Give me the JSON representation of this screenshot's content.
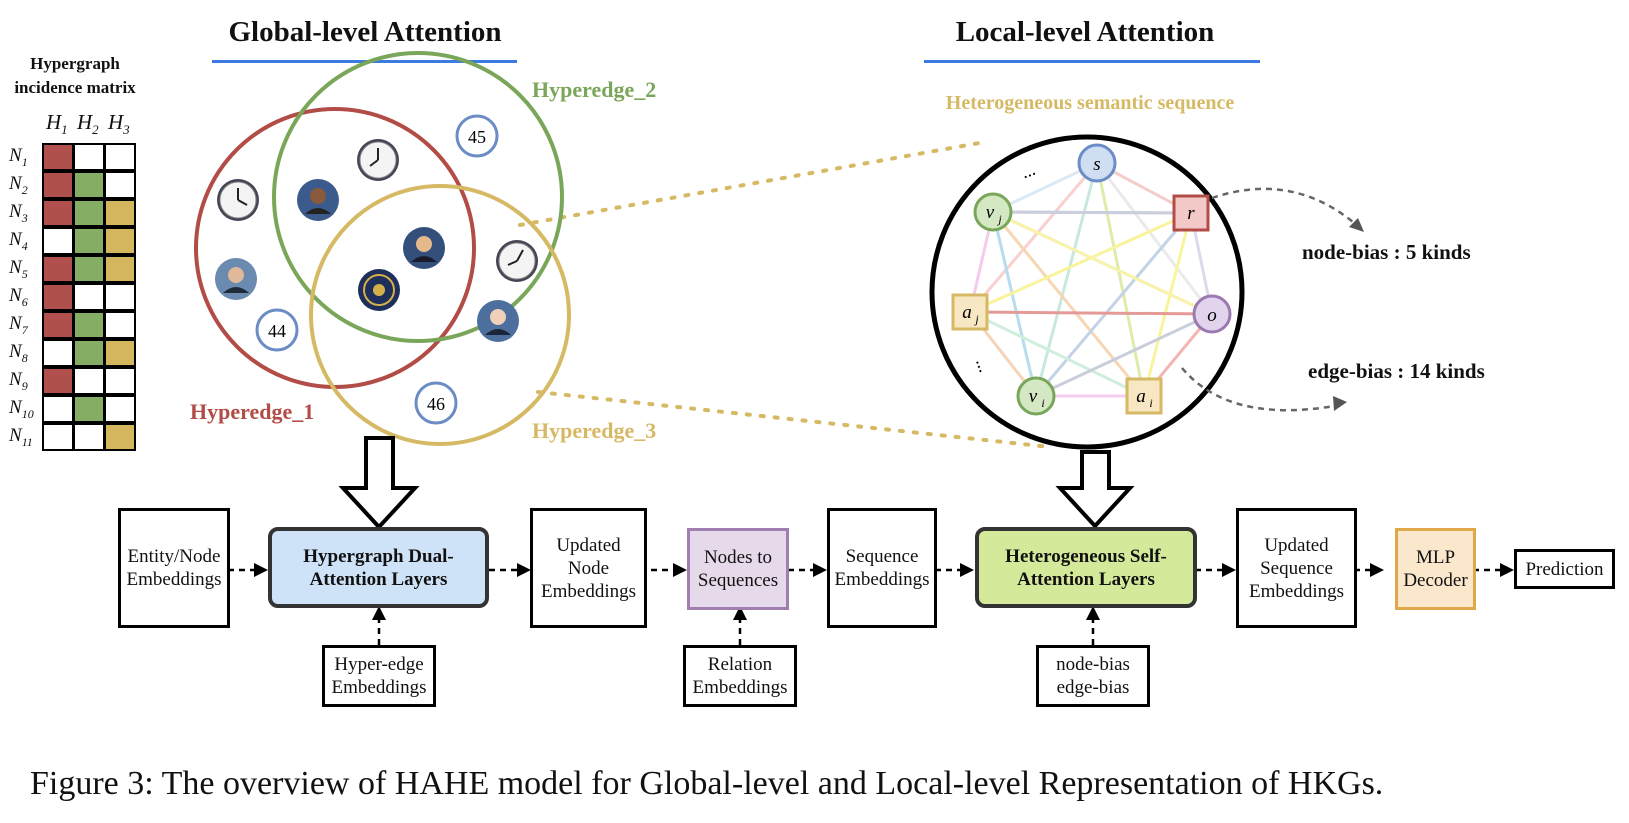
{
  "matrix": {
    "title_line1": "Hypergraph",
    "title_line2": "incidence matrix",
    "columns": [
      "H",
      "H",
      "H"
    ],
    "column_subscripts": [
      "1",
      "2",
      "3"
    ],
    "rows": [
      "N",
      "N",
      "N",
      "N",
      "N",
      "N",
      "N",
      "N",
      "N",
      "N",
      "N"
    ],
    "row_subscripts": [
      "1",
      "2",
      "3",
      "4",
      "5",
      "6",
      "7",
      "8",
      "9",
      "10",
      "11"
    ],
    "cells": [
      [
        1,
        0,
        0
      ],
      [
        1,
        1,
        0
      ],
      [
        1,
        1,
        1
      ],
      [
        0,
        1,
        1
      ],
      [
        1,
        1,
        1
      ],
      [
        1,
        0,
        0
      ],
      [
        1,
        1,
        0
      ],
      [
        0,
        1,
        1
      ],
      [
        1,
        0,
        0
      ],
      [
        0,
        1,
        0
      ],
      [
        0,
        0,
        1
      ]
    ],
    "colors": [
      "#b0504c",
      "#86ad64",
      "#d4b65e"
    ]
  },
  "global": {
    "title": "Global-level Attention",
    "hyperedge_1": "Hyperedge_1",
    "hyperedge_2": "Hyperedge_2",
    "hyperedge_3": "Hyperedge_3",
    "nodes": {
      "n44": "44",
      "n45": "45",
      "n46": "46"
    },
    "colors": {
      "h1": "#b24c47",
      "h2": "#7aa65a",
      "h3": "#d6b964"
    }
  },
  "local": {
    "title": "Local-level Attention",
    "sequence_label": "Heterogeneous semantic sequence",
    "nodes": {
      "s": "s",
      "r": "r",
      "vj": "v",
      "vj_sub": "j",
      "aj": "a",
      "aj_sub": "j",
      "o": "o",
      "vi": "v",
      "vi_sub": "i",
      "ai": "a",
      "ai_sub": "i"
    },
    "ellipsis_top": "...",
    "ellipsis_left": "...",
    "node_bias": "node-bias : 5 kinds",
    "edge_bias": "edge-bias : 14 kinds"
  },
  "pipeline": {
    "entity": "Entity/Node\nEmbeddings",
    "hypergraph_layers": "Hypergraph Dual-\nAttention Layers",
    "updated_node": "Updated\nNode\nEmbeddings",
    "nodes_to_seq": "Nodes to\nSequences",
    "sequence_emb": "Sequence\nEmbeddings",
    "hetero_layers": "Heterogeneous Self-\nAttention Layers",
    "updated_seq": "Updated\nSequence\nEmbeddings",
    "mlp": "MLP\nDecoder",
    "prediction": "Prediction",
    "hyperedge_emb": "Hyper-edge\nEmbeddings",
    "relation_emb": "Relation\nEmbeddings",
    "bias": "node-bias\nedge-bias",
    "colors": {
      "hyper_fill": "#cfe3f8",
      "hetero_fill": "#d5e99a",
      "nodes_fill": "#e6d9ea",
      "nodes_border": "#a07fb0",
      "mlp_fill": "#fae7cc",
      "mlp_border": "#e0a84a"
    }
  },
  "caption": "Figure 3: The overview of HAHE model for Global-level and Local-level Representation of HKGs."
}
